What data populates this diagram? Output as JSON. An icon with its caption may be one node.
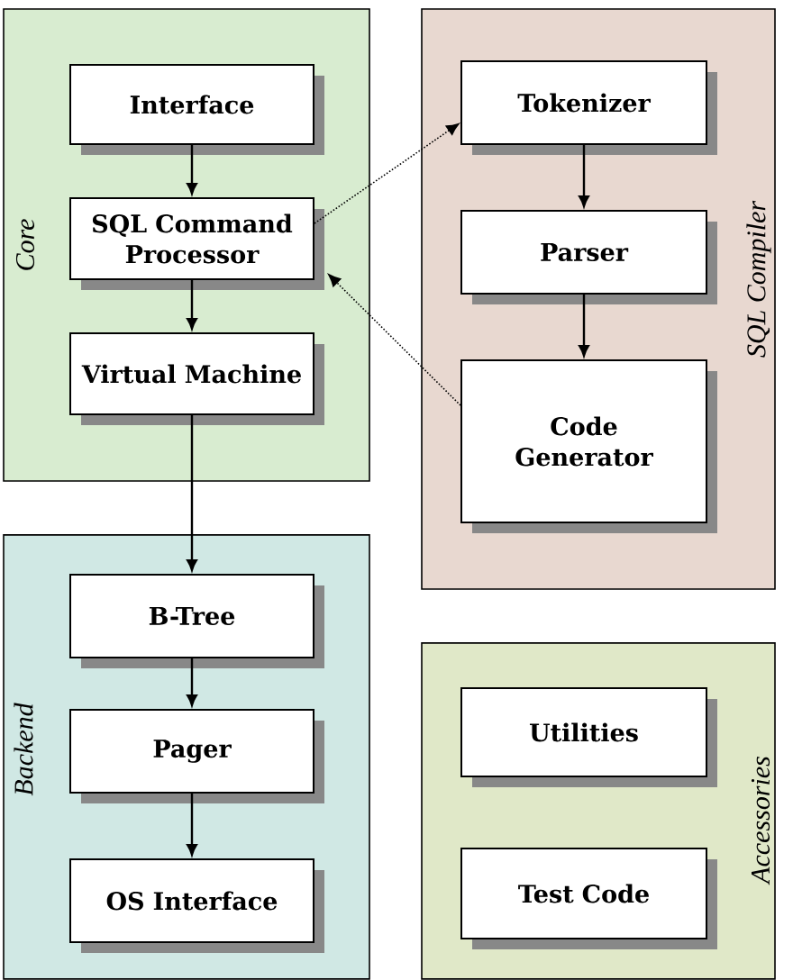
{
  "diagram": {
    "nodes": [
      {
        "text": [
          "Core"
        ]
      },
      {
        "text": [
          "Interface"
        ],
        "in": 0
      },
      {
        "text": [
          "SQL Command Processor"
        ],
        "in": 0
      },
      {
        "text": [
          "Virtual Machine"
        ],
        "in": 0
      },
      {
        "text": [
          "SQL Compiler"
        ]
      },
      {
        "text": [
          "Tokenizer"
        ],
        "in": 4
      },
      {
        "text": [
          "Parser"
        ],
        "in": 4
      },
      {
        "text": [
          "Code Generator"
        ],
        "in": 4
      },
      {
        "text": [
          "Backend"
        ]
      },
      {
        "text": [
          "B-Tree"
        ],
        "in": 8
      },
      {
        "text": [
          "Pager"
        ],
        "in": 8
      },
      {
        "text": [
          "OS Interface"
        ],
        "in": 8
      },
      {
        "text": [
          "Accessories"
        ]
      },
      {
        "text": [
          "Utilities"
        ],
        "in": 12
      },
      {
        "text": [
          "Test Code"
        ],
        "in": 12
      }
    ],
    "edges": [
      {
        "from": 1,
        "to": 2,
        "arrow": "to"
      },
      {
        "from": 2,
        "to": 3,
        "arrow": "to"
      },
      {
        "from": 2,
        "to": 5,
        "arrow": "to",
        "style": "dashed"
      },
      {
        "from": 7,
        "to": 2,
        "arrow": "to",
        "style": "dashed"
      },
      {
        "from": 5,
        "to": 6,
        "arrow": "to"
      },
      {
        "from": 6,
        "to": 7,
        "arrow": "to"
      },
      {
        "from": 3,
        "to": 9,
        "arrow": "to"
      },
      {
        "from": 9,
        "to": 10,
        "arrow": "to"
      },
      {
        "from": 10,
        "to": 11,
        "arrow": "to"
      }
    ]
  }
}
